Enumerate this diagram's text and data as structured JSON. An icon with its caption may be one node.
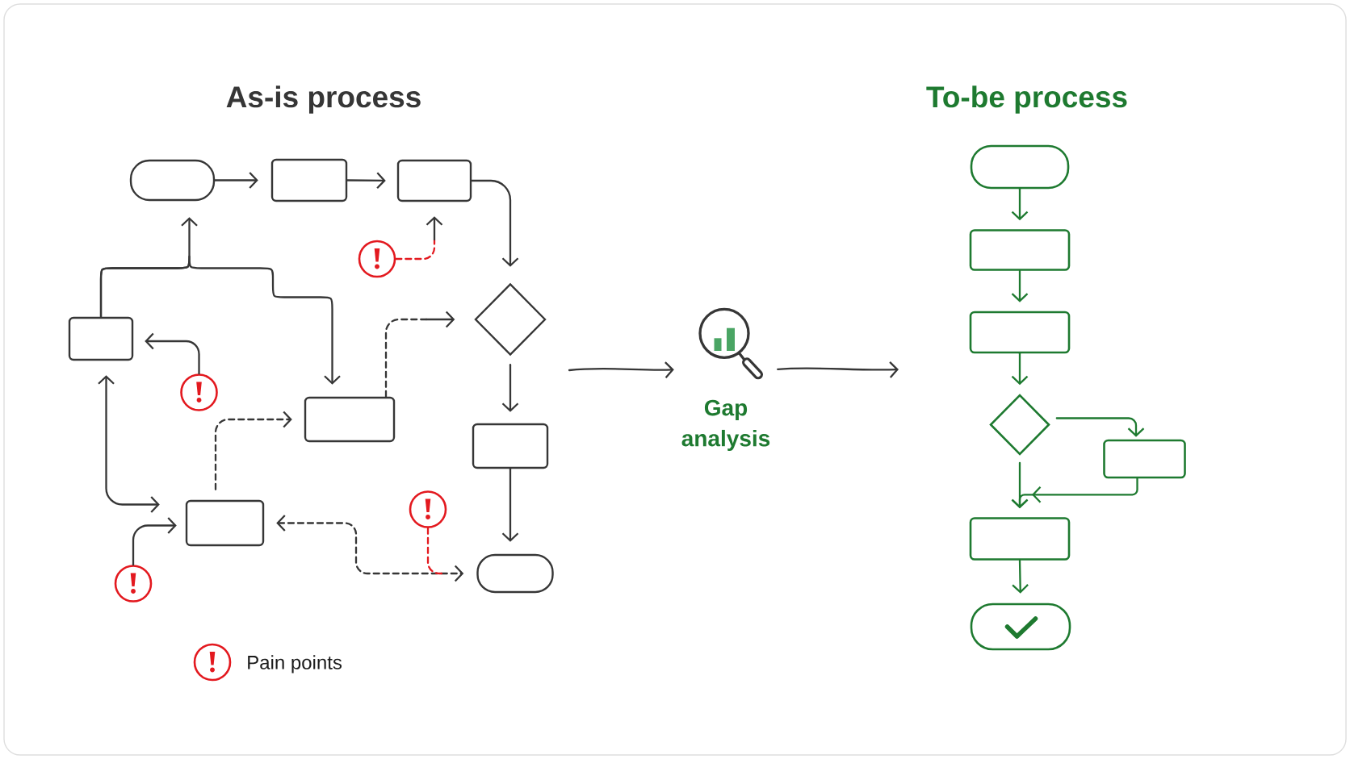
{
  "diagram": {
    "nodes": [
      {
        "text": [],
        "shape": "pill"
      },
      {
        "text": [],
        "shape": "box"
      },
      {
        "text": [],
        "shape": "box"
      },
      {
        "text": [],
        "shape": "circle"
      },
      {
        "text": [],
        "shape": "diamond"
      },
      {
        "text": [],
        "shape": "box"
      },
      {
        "text": [],
        "shape": "circle"
      },
      {
        "text": [],
        "shape": "box"
      },
      {
        "text": [],
        "shape": "box"
      },
      {
        "text": [],
        "shape": "box"
      },
      {
        "text": [],
        "shape": "circle"
      },
      {
        "text": [],
        "shape": "circle"
      },
      {
        "text": [],
        "shape": "pill"
      },
      {
        "text": [
          "Gap analysis"
        ]
      },
      {
        "text": [],
        "shape": "pill"
      },
      {
        "text": [],
        "shape": "box"
      },
      {
        "text": [],
        "shape": "box"
      },
      {
        "text": [],
        "shape": "diamond"
      },
      {
        "text": [],
        "shape": "box"
      },
      {
        "text": [],
        "shape": "box"
      },
      {
        "text": [],
        "shape": "pill"
      }
    ],
    "edges": [
      {
        "from": 0,
        "to": 1,
        "arrow": "to"
      },
      {
        "from": 1,
        "to": 2,
        "arrow": "to"
      },
      {
        "from": 2,
        "to": 4,
        "arrow": "to"
      },
      {
        "from": 3,
        "to": 2,
        "arrow": "to",
        "style": "dashed",
        "color": "#e3191f"
      },
      {
        "from": 5,
        "to": 0,
        "arrow": "to"
      },
      {
        "from": 5,
        "to": 7,
        "arrow": "to"
      },
      {
        "from": 6,
        "to": 5,
        "arrow": "to"
      },
      {
        "from": 7,
        "to": 4,
        "arrow": "to",
        "style": "dashed"
      },
      {
        "from": 4,
        "to": 8,
        "arrow": "to"
      },
      {
        "from": 9,
        "to": 7,
        "arrow": "to",
        "style": "dashed"
      },
      {
        "from": 5,
        "to": 9,
        "arrow": "both"
      },
      {
        "from": 11,
        "to": 9,
        "arrow": "to"
      },
      {
        "from": 9,
        "to": 12,
        "arrow": "both",
        "style": "dashed"
      },
      {
        "from": 10,
        "to": null,
        "arrow": "none",
        "style": "dashed",
        "color": "#e3191f"
      },
      {
        "from": 8,
        "to": 12,
        "arrow": "to"
      },
      {
        "from": null,
        "to": 13,
        "arrow": "to"
      },
      {
        "from": 13,
        "to": null,
        "arrow": "to"
      },
      {
        "from": 14,
        "to": 15,
        "arrow": "to",
        "color": "#1e7a30"
      },
      {
        "from": 15,
        "to": 16,
        "arrow": "to",
        "color": "#1e7a30"
      },
      {
        "from": 16,
        "to": 17,
        "arrow": "to",
        "color": "#1e7a30"
      },
      {
        "from": 17,
        "to": 18,
        "arrow": "to",
        "color": "#1e7a30"
      },
      {
        "from": 18,
        "to": 19,
        "arrow": "to",
        "color": "#1e7a30"
      },
      {
        "from": 17,
        "to": 19,
        "arrow": "to",
        "color": "#1e7a30"
      },
      {
        "from": 19,
        "to": 20,
        "arrow": "to",
        "color": "#1e7a30"
      }
    ],
    "labels": [
      "As-is process",
      "To-be process"
    ],
    "legend": [
      {
        "text": "Pain points"
      }
    ]
  }
}
